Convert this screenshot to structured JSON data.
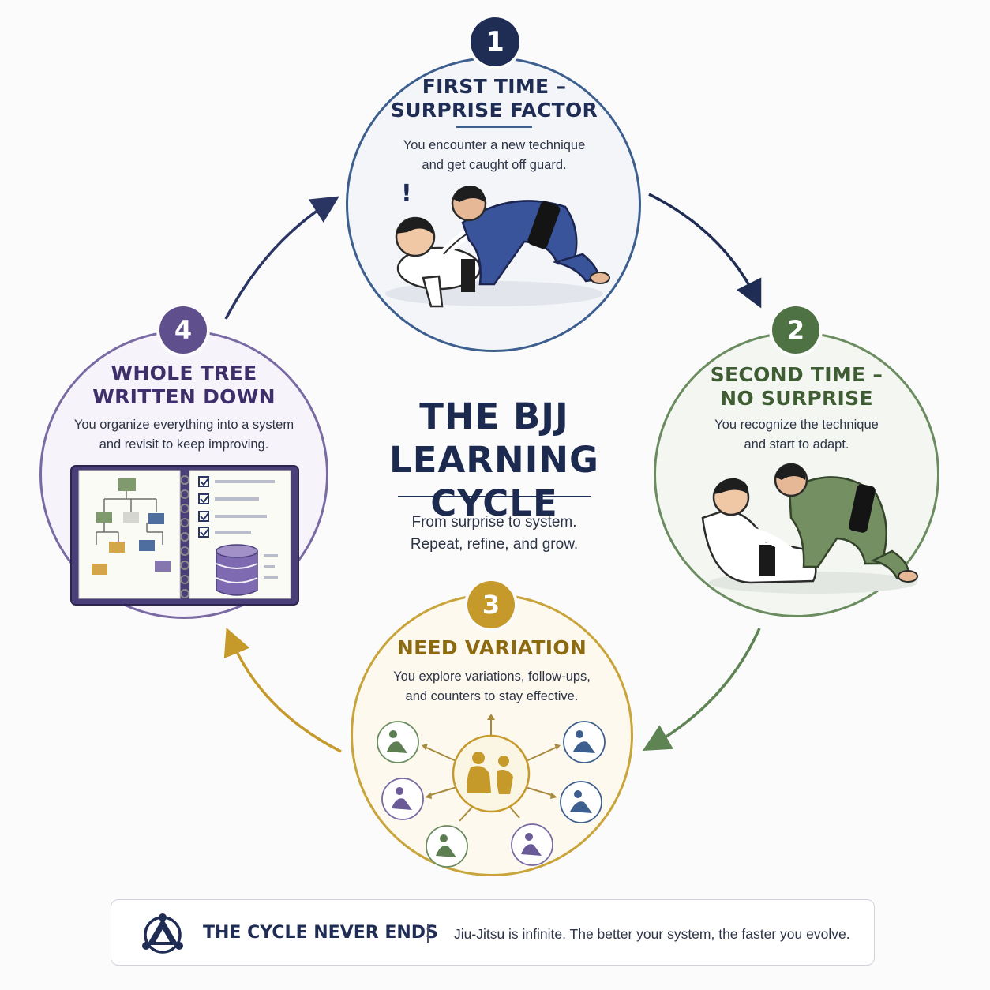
{
  "title": {
    "line1": "THE BJJ",
    "line2": "LEARNING CYCLE",
    "subtitle_line1": "From surprise to system.",
    "subtitle_line2": "Repeat, refine, and grow."
  },
  "stages": [
    {
      "number": "1",
      "title_line1": "FIRST TIME –",
      "title_line2": "SURPRISE FACTOR",
      "desc_line1": "You encounter a new technique",
      "desc_line2": "and get caught off guard.",
      "exclaim": "!",
      "color": "#1f2d55"
    },
    {
      "number": "2",
      "title_line1": "SECOND TIME –",
      "title_line2": "NO SURPRISE",
      "desc_line1": "You recognize the technique",
      "desc_line2": "and start to adapt.",
      "color": "#4f7244"
    },
    {
      "number": "3",
      "title_line1": "NEED VARIATION",
      "desc_line1": "You explore variations, follow-ups,",
      "desc_line2": "and counters to stay effective.",
      "color": "#c5992a"
    },
    {
      "number": "4",
      "title_line1": "WHOLE TREE",
      "title_line2": "WRITTEN DOWN",
      "desc_line1": "You organize everything into a system",
      "desc_line2": "and revisit to keep improving.",
      "color": "#5f4f8d"
    }
  ],
  "footer": {
    "title": "THE CYCLE NEVER ENDS",
    "text": "Jiu-Jitsu is infinite. The better your system, the faster you evolve."
  },
  "icons": {
    "footer": "triangle-cycle-icon",
    "stage1": "grappling-scene-blue-icon",
    "stage2": "grappling-scene-green-icon",
    "stage3": "variation-hub-icon",
    "stage4": "notebook-system-icon"
  },
  "colors": {
    "navy": "#1f2d55",
    "green": "#4f7244",
    "gold": "#c5992a",
    "purple": "#5f4f8d"
  }
}
